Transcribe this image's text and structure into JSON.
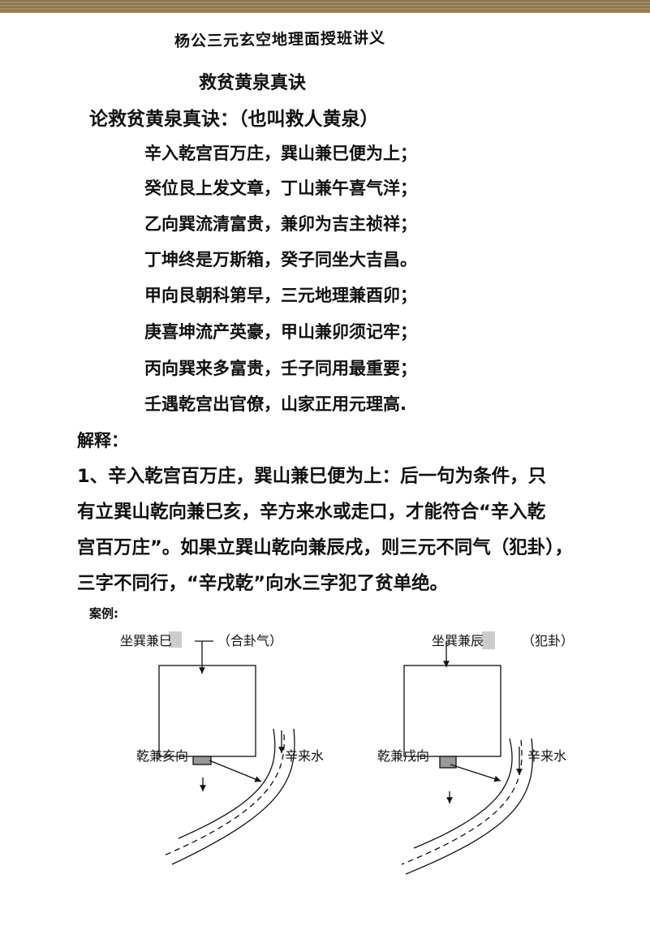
{
  "header": {
    "title": "杨公三元玄空地理面授班讲义",
    "subtitle": "救贫黄泉真诀",
    "heading": "论救贫黄泉真诀：（也叫救人黄泉）"
  },
  "poem": [
    "辛入乾宫百万庄，巽山兼巳便为上；",
    "癸位艮上发文章，丁山兼午喜气洋；",
    "乙向巽流清富贵，兼卯为吉主祯祥；",
    "丁坤终是万斯箱，癸子同坐大吉昌。",
    "甲向艮朝科第早，三元地理兼酉卯；",
    "庚喜坤流产英豪，甲山兼卯须记牢；",
    "丙向巽来多富贵，壬子同用最重要；",
    "壬遇乾宫出官僚，山家正用元理高."
  ],
  "explanation": {
    "label": "解释：",
    "lines": [
      "1、辛入乾宫百万庄，巽山兼巳便为上：后一句为条件，只",
      "有立巽山乾向兼巳亥，辛方来水或走口，才能符合“辛入乾",
      "宫百万庄”。如果立巽山乾向兼辰戌，则三元不同气（犯卦），",
      "三字不同行，“辛戌乾”向水三字犯了贫单绝。"
    ]
  },
  "case": {
    "label": "案例:",
    "left": {
      "sit": "坐巽兼巳",
      "note": "（合卦气）",
      "facing": "乾兼亥向",
      "water": "辛来水"
    },
    "right": {
      "sit": "坐巽兼辰",
      "note": "（犯卦）",
      "facing": "乾兼戌向",
      "water": "辛来水"
    }
  }
}
